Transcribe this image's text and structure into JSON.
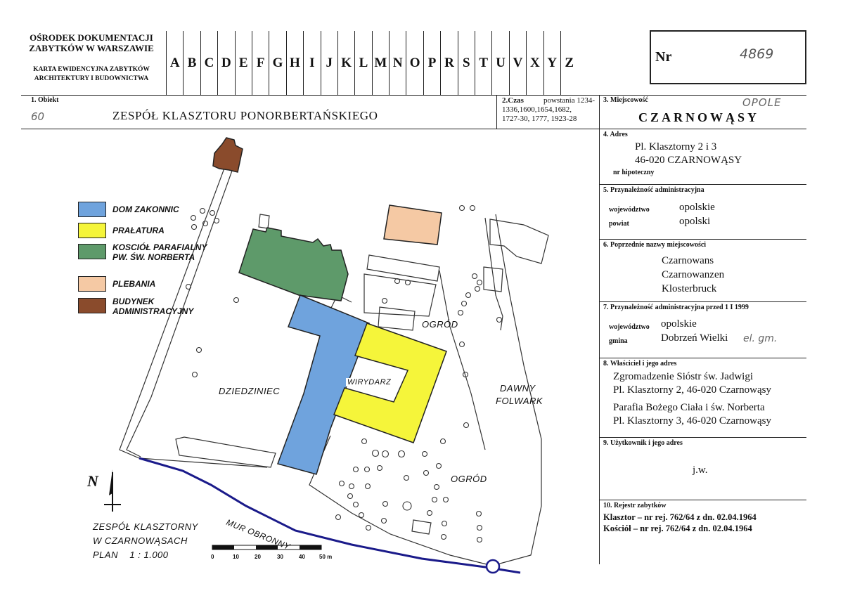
{
  "header": {
    "org_line1": "OŚRODEK DOKUMENTACJI",
    "org_line2": "ZABYTKÓW W WARSZAWIE",
    "card_line1": "KARTA EWIDENCYJNA ZABYTKÓW",
    "card_line2": "ARCHITEKTURY I BUDOWNICTWA",
    "letters": [
      "A",
      "B",
      "C",
      "D",
      "E",
      "F",
      "G",
      "H",
      "I",
      "J",
      "K",
      "L",
      "M",
      "N",
      "O",
      "P",
      "R",
      "S",
      "T",
      "U",
      "V",
      "X",
      "Y",
      "Z"
    ],
    "nr_label": "Nr",
    "nr_value": "4869"
  },
  "field1": {
    "label": "1. Obiekt",
    "handnote": "60",
    "value": "ZESPÓŁ KLASZTORU PONORBERTAŃSKIEGO"
  },
  "field2": {
    "label": "2.Czas",
    "label_rest": "powstania 1234-",
    "line2": "1336,1600,1654,1682,",
    "line3": "1727-30, 1777, 1923-28"
  },
  "field3": {
    "label": "3. Miejscowość",
    "handnote": "OPOLE",
    "value": "CZARNOWĄSY"
  },
  "field4": {
    "label": "4. Adres",
    "line1": "Pl. Klasztorny 2 i 3",
    "line2": "46-020 CZARNOWĄSY",
    "sub": "nr hipoteczny"
  },
  "field5": {
    "label": "5. Przynależność administracyjna",
    "k1": "województwo",
    "v1": "opolskie",
    "k2": "powiat",
    "v2": "opolski"
  },
  "field6": {
    "label": "6. Poprzednie nazwy miejscowości",
    "names": [
      "Czarnowans",
      "Czarnowanzen",
      "Klosterbruck"
    ]
  },
  "field7": {
    "label": "7. Przynależność administracyjna przed 1 I 1999",
    "k1": "województwo",
    "v1": "opolskie",
    "k2": "gmina",
    "v2": "Dobrzeń Wielki",
    "handnote": "el. gm."
  },
  "field8": {
    "label": "8. Właściciel i jego adres",
    "o1": "Zgromadzenie Sióstr św. Jadwigi",
    "o1a": "Pl. Klasztorny 2, 46-020 Czarnowąsy",
    "o2": "Parafia Bożego Ciała i św. Norberta",
    "o2a": "Pl. Klasztorny 3, 46-020 Czarnowąsy"
  },
  "field9": {
    "label": "9. Użytkownik i jego adres",
    "value": "j.w."
  },
  "field10": {
    "label": "10. Rejestr zabytków",
    "line1": "Klasztor – nr rej. 762/64 z dn. 02.04.1964",
    "line2": "Kościół – nr rej. 762/64 z dn. 02.04.1964"
  },
  "legend": [
    {
      "label": "DOM ZAKONNIC",
      "color": "#6fa3dd"
    },
    {
      "label": "PRAŁATURA",
      "color": "#f5f53a"
    },
    {
      "label": "KOSCIÓŁ PARAFIALNY",
      "label2": "PW. ŚW. NORBERTA",
      "color": "#5e9a6a"
    },
    {
      "label": "PLEBANIA",
      "color": "#f5c9a4"
    },
    {
      "label": "BUDYNEK",
      "label2": "ADMINISTRACYJNY",
      "color": "#8a4b2c"
    }
  ],
  "map": {
    "dziedziniec": "DZIEDZINIEC",
    "wirydarz": "WIRYDARZ",
    "ogrod1": "OGRÓD",
    "ogrod2": "OGRÓD",
    "folwark1": "DAWNY",
    "folwark2": "FOLWARK",
    "mur": "MUR OBRONNY",
    "north": "N",
    "title1": "ZESPÓŁ KLASZTORNY",
    "title2": "W CZARNOWĄSACH",
    "title3_a": "PLAN",
    "title3_b": "1 : 1.000",
    "scale_ticks": [
      "0",
      "10",
      "20",
      "30",
      "40",
      "50 m"
    ]
  }
}
